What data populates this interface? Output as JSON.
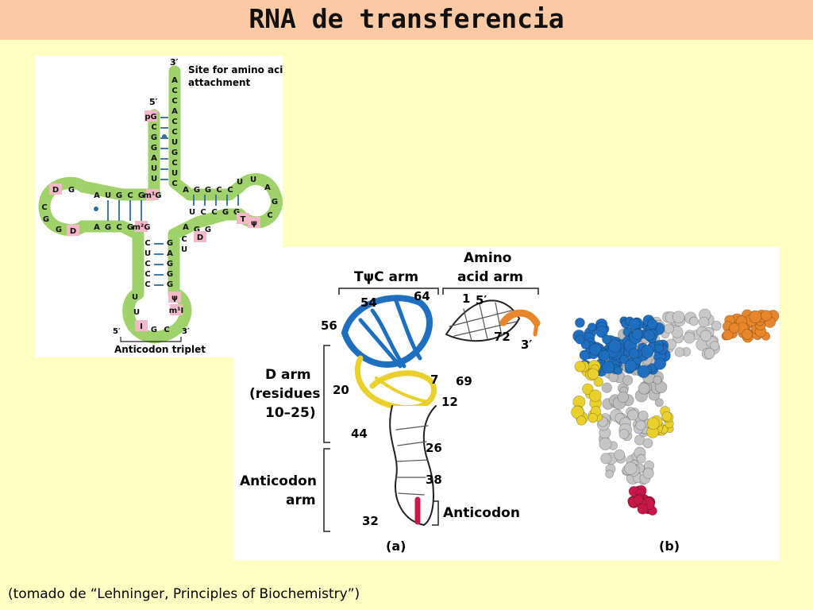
{
  "page": {
    "title": "RNA de transferencia",
    "caption": "(tomado de “Lehninger, Principles of Biochemistry”)"
  },
  "cloverleaf": {
    "label_3prime_top": "3′",
    "label_5prime_top": "5′",
    "site_label_line1": "Site for amino acid",
    "site_label_line2": "attachment",
    "acceptor_3_strand": [
      "A",
      "C",
      "C",
      "A",
      "C",
      "C",
      "U",
      "G",
      "C",
      "U",
      "C"
    ],
    "acceptor_5_strand": [
      "pG",
      "C",
      "G",
      "G",
      "A",
      "U",
      "U"
    ],
    "d_stem_top": [
      "A",
      "U",
      "G",
      "C",
      "G",
      "m¹G"
    ],
    "d_stem_bottom": [
      "A",
      "G",
      "C",
      "G",
      "m²G"
    ],
    "d_loop": [
      "D",
      "G",
      "C",
      "G",
      "G",
      "D"
    ],
    "t_stem_top": [
      "A",
      "G",
      "G",
      "C",
      "C"
    ],
    "t_stem_bottom": [
      "U",
      "C",
      "C",
      "G",
      "G"
    ],
    "t_loop": [
      "U",
      "U",
      "A",
      "G",
      "C",
      "T",
      "ψ"
    ],
    "ac_stem_left": [
      "C",
      "U",
      "C",
      "C",
      "C"
    ],
    "ac_stem_right": [
      "G",
      "A",
      "G",
      "G",
      "G"
    ],
    "ac_loop": [
      "U",
      "U",
      "I",
      "G",
      "C",
      "m¹I",
      "ψ"
    ],
    "variable": [
      "A",
      "G",
      "G",
      "D",
      "C",
      "U"
    ],
    "anticodon_label": "Anticodon triplet",
    "ac_5prime": "5′",
    "ac_3prime": "3′"
  },
  "ribbon": {
    "tpsic_arm": "TψC arm",
    "amino_arm_line1": "Amino",
    "amino_arm_line2": "acid arm",
    "d_arm_line1": "D arm",
    "d_arm_line2": "(residues",
    "d_arm_line3": "10–25)",
    "anticodon_arm_line1": "Anticodon",
    "anticodon_arm_line2": "arm",
    "anticodon": "Anticodon",
    "panel_a": "(a)",
    "panel_b": "(b)",
    "numbers": [
      "54",
      "64",
      "1",
      "5′",
      "56",
      "72",
      "3′",
      "7",
      "69",
      "20",
      "12",
      "44",
      "26",
      "38",
      "32"
    ]
  },
  "colors": {
    "background": "#ffffc4",
    "title_bar": "#fbc9a4",
    "backbone_green": "#9fd26a",
    "modified_pink": "#f4b8c8",
    "pair_blue": "#2e6ea6",
    "tpsic_blue": "#1f6fc0",
    "d_arm_yellow": "#e9d02a",
    "amino_orange": "#e7862a",
    "anticodon_red": "#c8184a"
  }
}
